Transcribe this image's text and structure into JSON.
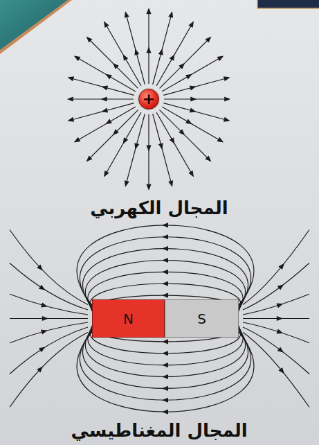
{
  "diagram": {
    "nodes": [
      {
        "text": [
          "+"
        ]
      },
      {
        "text": [
          "N"
        ]
      },
      {
        "text": [
          "S"
        ]
      }
    ],
    "labels": [
      "المجال الكهربي",
      "المجال المغناطيسي"
    ]
  }
}
